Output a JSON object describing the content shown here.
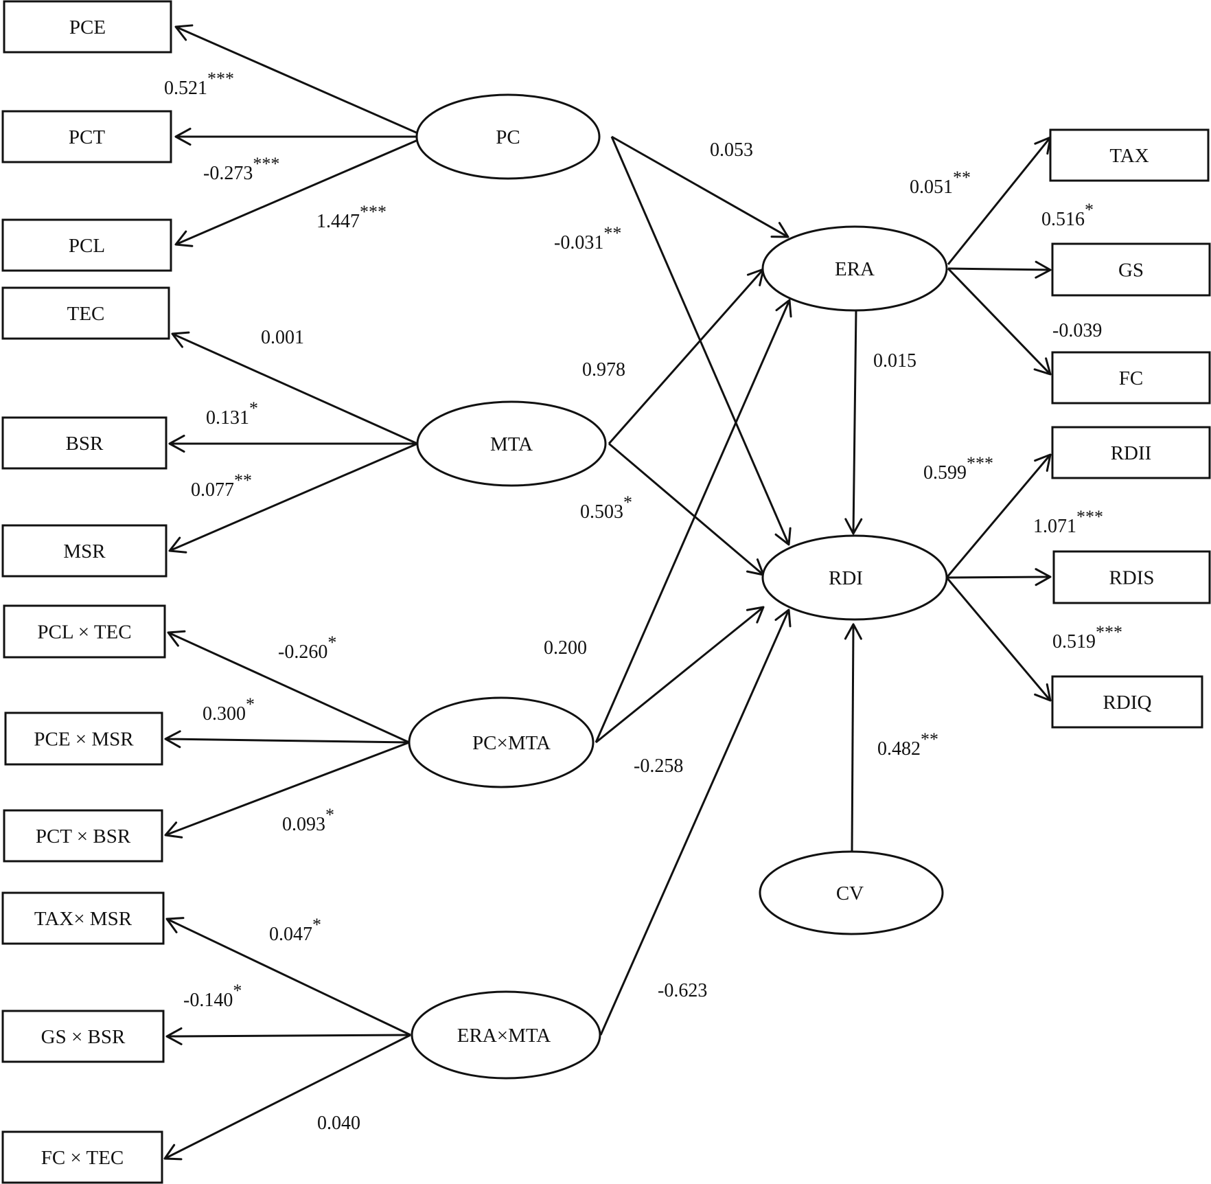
{
  "nodes": {
    "PCE": {
      "label": "PCE"
    },
    "PCT": {
      "label": "PCT"
    },
    "PCL": {
      "label": "PCL"
    },
    "TEC": {
      "label": "TEC"
    },
    "BSR": {
      "label": "BSR"
    },
    "MSR": {
      "label": "MSR"
    },
    "PCLxTEC": {
      "label": "PCL × TEC"
    },
    "PCExMSR": {
      "label": "PCE × MSR"
    },
    "PCTxBSR": {
      "label": "PCT × BSR"
    },
    "TAXxMSR": {
      "label": "TAX× MSR"
    },
    "GSxBSR": {
      "label": "GS × BSR"
    },
    "FCxTEC": {
      "label": "FC × TEC"
    },
    "PC": {
      "label": "PC"
    },
    "MTA": {
      "label": "MTA"
    },
    "PCxMTA": {
      "label": "PC×MTA"
    },
    "ERAxMTA": {
      "label": "ERA×MTA"
    },
    "ERA": {
      "label": "ERA"
    },
    "RDI": {
      "label": "RDI"
    },
    "CV": {
      "label": "CV"
    },
    "TAX": {
      "label": "TAX"
    },
    "GS": {
      "label": "GS"
    },
    "FC": {
      "label": "FC"
    },
    "RDII": {
      "label": "RDII"
    },
    "RDIS": {
      "label": "RDIS"
    },
    "RDIQ": {
      "label": "RDIQ"
    }
  },
  "edges": [
    {
      "from": "PC",
      "to": "PCE",
      "value": "0.521",
      "sig": "***"
    },
    {
      "from": "PC",
      "to": "PCT",
      "value": "-0.273",
      "sig": "***"
    },
    {
      "from": "PC",
      "to": "PCL",
      "value": "1.447",
      "sig": "***"
    },
    {
      "from": "MTA",
      "to": "TEC",
      "value": "0.001",
      "sig": ""
    },
    {
      "from": "MTA",
      "to": "BSR",
      "value": "0.131",
      "sig": "*"
    },
    {
      "from": "MTA",
      "to": "MSR",
      "value": "0.077",
      "sig": "**"
    },
    {
      "from": "PCxMTA",
      "to": "PCLxTEC",
      "value": "-0.260",
      "sig": "*"
    },
    {
      "from": "PCxMTA",
      "to": "PCExMSR",
      "value": "0.300",
      "sig": "*"
    },
    {
      "from": "PCxMTA",
      "to": "PCTxBSR",
      "value": "0.093",
      "sig": "*"
    },
    {
      "from": "ERAxMTA",
      "to": "TAXxMSR",
      "value": "0.047",
      "sig": "*"
    },
    {
      "from": "ERAxMTA",
      "to": "GSxBSR",
      "value": "-0.140",
      "sig": "*"
    },
    {
      "from": "ERAxMTA",
      "to": "FCxTEC",
      "value": "0.040",
      "sig": ""
    },
    {
      "from": "PC",
      "to": "ERA",
      "value": "0.053",
      "sig": ""
    },
    {
      "from": "PC",
      "to": "RDI",
      "value": "-0.031",
      "sig": "**"
    },
    {
      "from": "MTA",
      "to": "ERA",
      "value": "0.978",
      "sig": ""
    },
    {
      "from": "MTA",
      "to": "RDI",
      "value": "0.503",
      "sig": "*"
    },
    {
      "from": "PCxMTA",
      "to": "ERA",
      "value": "0.200",
      "sig": ""
    },
    {
      "from": "PCxMTA",
      "to": "RDI",
      "value": "-0.258",
      "sig": ""
    },
    {
      "from": "ERAxMTA",
      "to": "RDI",
      "value": "-0.623",
      "sig": ""
    },
    {
      "from": "ERA",
      "to": "RDI",
      "value": "0.015",
      "sig": ""
    },
    {
      "from": "CV",
      "to": "RDI",
      "value": "0.482",
      "sig": "**"
    },
    {
      "from": "ERA",
      "to": "TAX",
      "value": "0.051",
      "sig": "**"
    },
    {
      "from": "ERA",
      "to": "GS",
      "value": "0.516",
      "sig": "*"
    },
    {
      "from": "ERA",
      "to": "FC",
      "value": "-0.039",
      "sig": ""
    },
    {
      "from": "RDI",
      "to": "RDII",
      "value": "0.599",
      "sig": "***"
    },
    {
      "from": "RDI",
      "to": "RDIS",
      "value": "1.071",
      "sig": "***"
    },
    {
      "from": "RDI",
      "to": "RDIQ",
      "value": "0.519",
      "sig": "***"
    }
  ]
}
